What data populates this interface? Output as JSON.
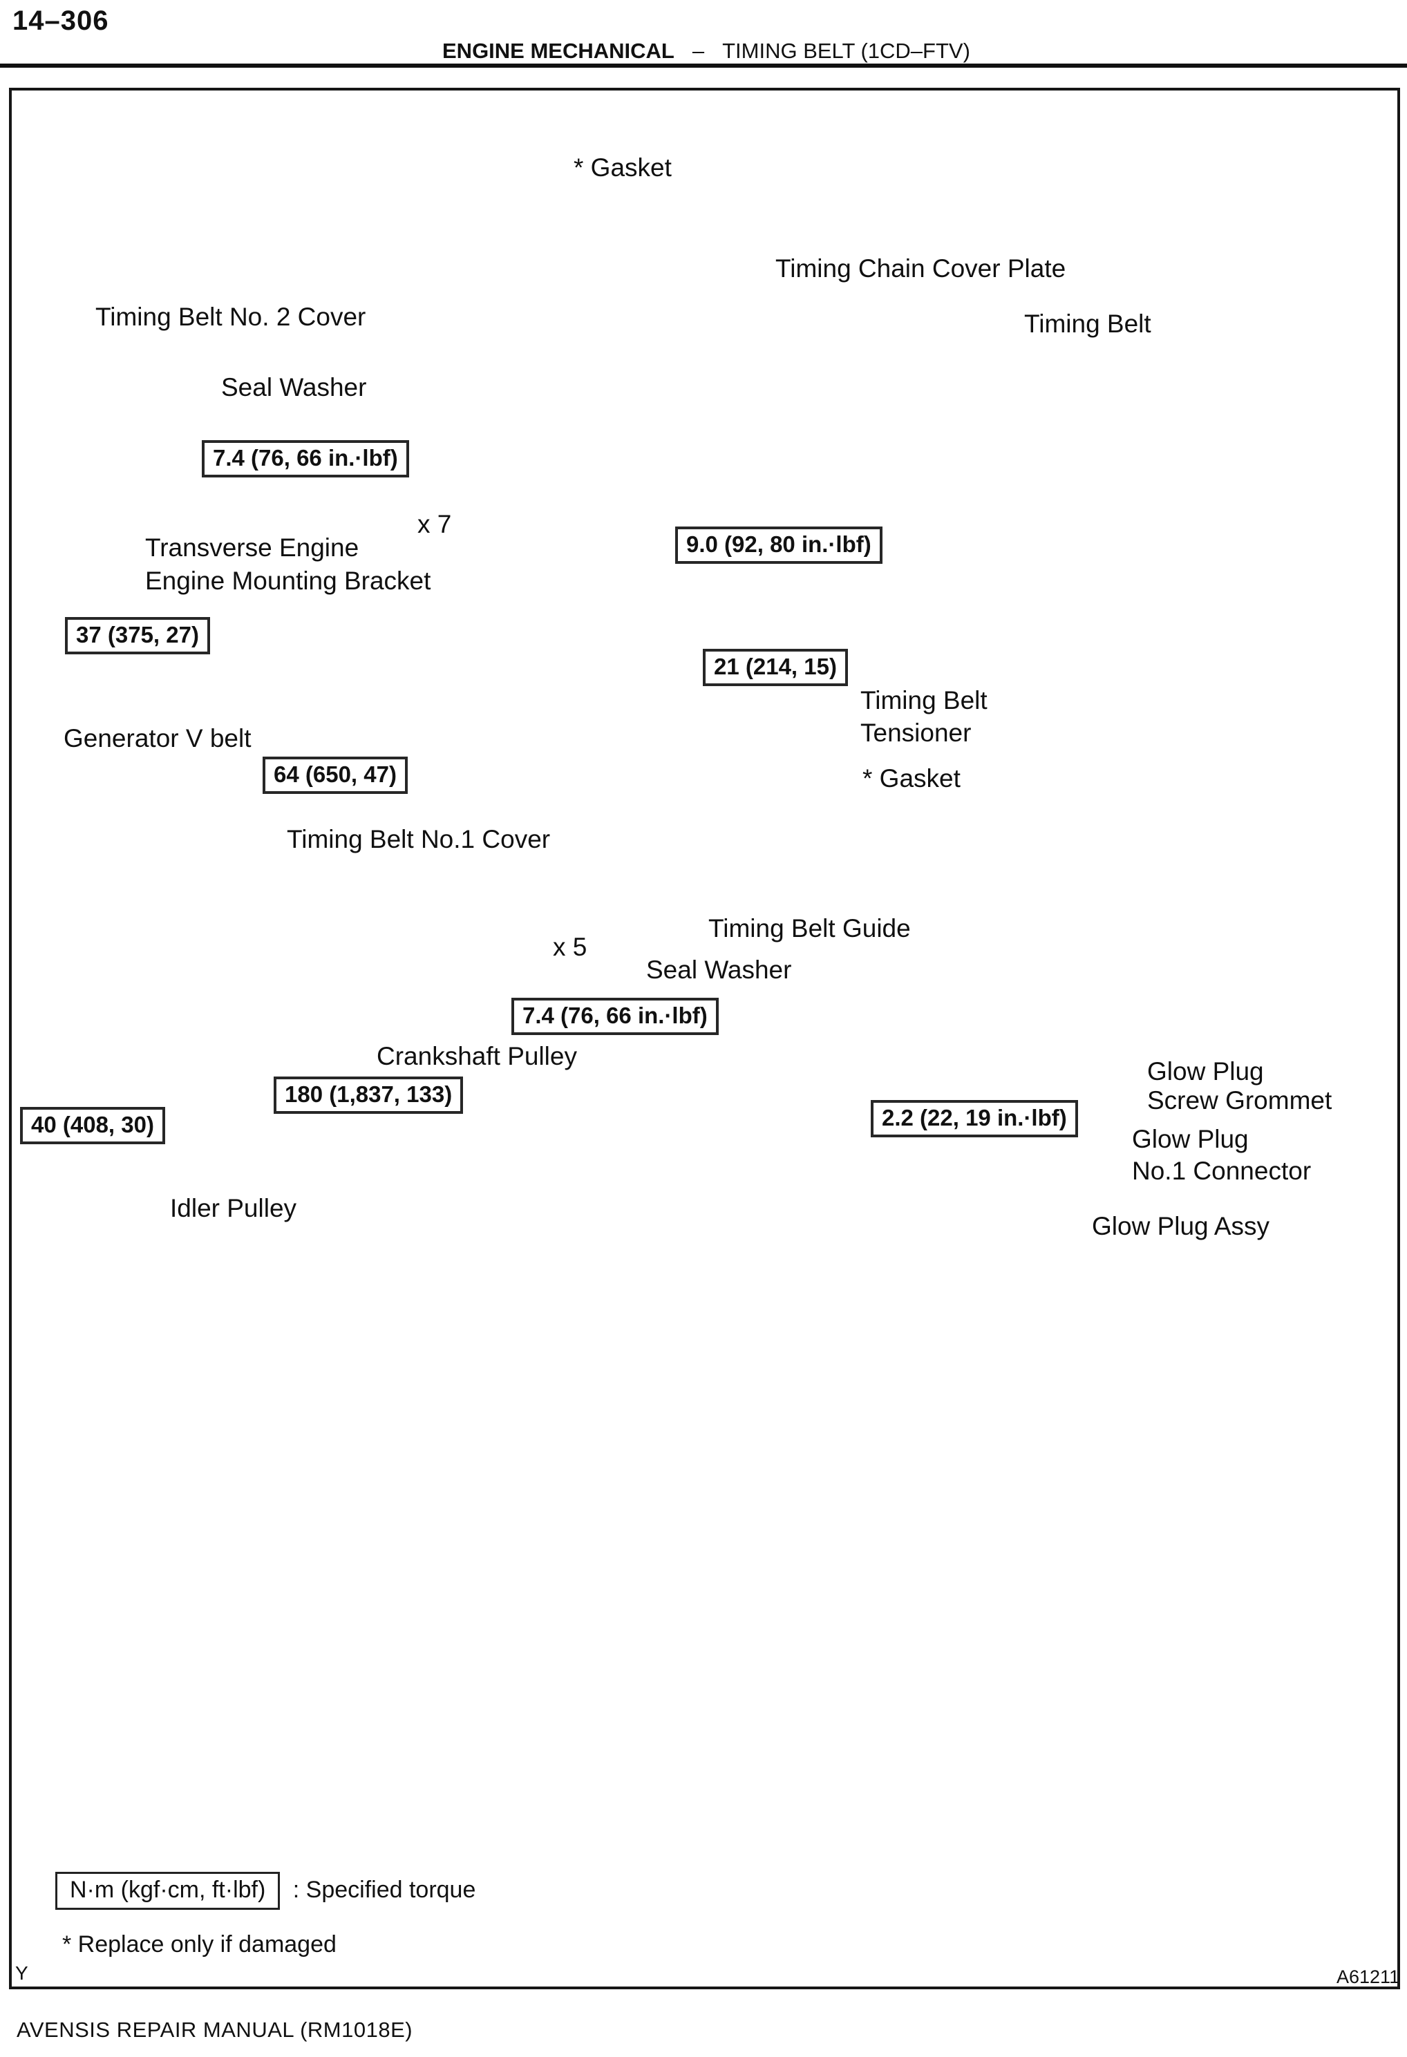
{
  "page": {
    "page_number": "14–306",
    "header": {
      "section": "ENGINE MECHANICAL",
      "separator": "–",
      "subsection": "TIMING BELT (1CD–FTV)"
    },
    "corner_mark": "Y",
    "figure_code": "A61211",
    "footer": "AVENSIS REPAIR MANUAL  (RM1018E)"
  },
  "diagram": {
    "labels": {
      "gasket_top": "* Gasket",
      "timing_chain_cover_plate": "Timing Chain Cover Plate",
      "timing_belt": "Timing Belt",
      "timing_belt_no2_cover": "Timing Belt No. 2 Cover",
      "seal_washer_top": "Seal Washer",
      "x7": "x 7",
      "transverse_line1": "Transverse Engine",
      "transverse_line2": "Engine Mounting Bracket",
      "tensioner_line1": "Timing Belt",
      "tensioner_line2": "Tensioner",
      "generator_v_belt": "Generator V belt",
      "gasket_mid": "* Gasket",
      "timing_belt_no1_cover": "Timing Belt No.1 Cover",
      "timing_belt_guide": "Timing Belt Guide",
      "x5": "x 5",
      "seal_washer_bottom": "Seal Washer",
      "crankshaft_pulley": "Crankshaft Pulley",
      "idler_pulley": "Idler Pulley",
      "glow_grommet_line1": "Glow Plug",
      "glow_grommet_line2": "Screw Grommet",
      "glow_connector_line1": "Glow Plug",
      "glow_connector_line2": "No.1 Connector",
      "glow_plug_assy": "Glow Plug Assy"
    },
    "torques": {
      "t74_top": "7.4 (76, 66 in.·lbf)",
      "t90": "9.0 (92, 80 in.·lbf)",
      "t37": "37 (375, 27)",
      "t21": "21 (214, 15)",
      "t64": "64 (650, 47)",
      "t74_bottom": "7.4 (76, 66 in.·lbf)",
      "t180": "180 (1,837, 133)",
      "t40": "40 (408, 30)",
      "t22": "2.2 (22, 19 in.·lbf)"
    },
    "legend": {
      "torque_box": "N·m (kgf·cm, ft·lbf)",
      "torque_desc": ": Specified torque",
      "replace_note": "* Replace only if damaged"
    }
  }
}
